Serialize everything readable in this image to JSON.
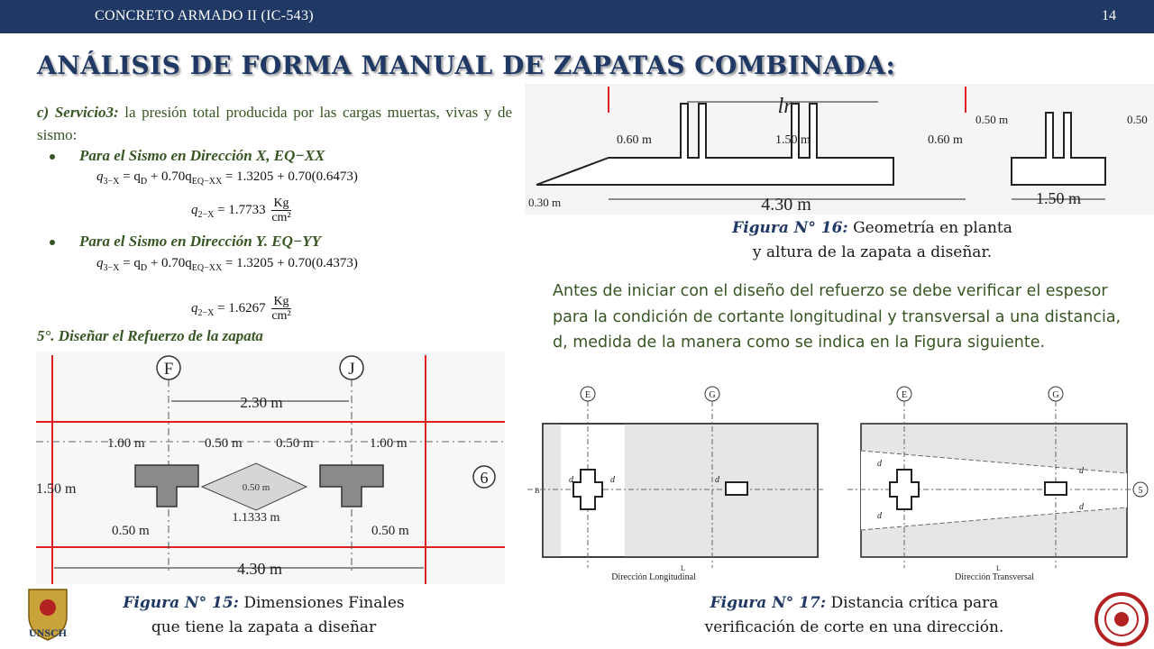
{
  "header": {
    "course": "CONCRETO ARMADO II (IC-543)",
    "page_number": "14"
  },
  "title": "ANÁLISIS DE FORMA MANUAL DE ZAPATAS COMBINADA:",
  "service3": {
    "lead": "c) Servicio3:",
    "text": " la presión total producida por las cargas muertas, vivas y de sismo:"
  },
  "bullets": [
    {
      "label": "Para el Sismo en Dirección X, EQ−XX",
      "eq1": {
        "lhs": "q",
        "lhs_sub": "3−X",
        "mid": " = q",
        "mid_sub": "D",
        "coef": " + 0.70q",
        "coef_sub": "EQ−XX",
        "rhs": " = 1.3205 + 0.70(0.6473)"
      },
      "eq2": {
        "lhs": "q",
        "lhs_sub": "2−X",
        "value": " = 1.7733 ",
        "unit_num": "Kg",
        "unit_den": "cm²"
      }
    },
    {
      "label": "Para el Sismo en Dirección Y. EQ−YY",
      "eq1": {
        "lhs": "q",
        "lhs_sub": "3−X",
        "mid": " = q",
        "mid_sub": "D",
        "coef": " + 0.70q",
        "coef_sub": "EQ−XX",
        "rhs": " = 1.3205 + 0.70(0.4373)"
      },
      "eq2": {
        "lhs": "q",
        "lhs_sub": "2−X",
        "value": " = 1.6267 ",
        "unit_num": "Kg",
        "unit_den": "cm²"
      }
    }
  ],
  "step5": "5°. Diseñar el Refuerzo de la zapata",
  "fig15": {
    "label": "Figura N° 15:",
    "caption_line1": " Dimensiones Finales",
    "caption_line2": "que tiene la zapata a diseñar",
    "axis_f": "F",
    "axis_j": "J",
    "axis_6": "6",
    "dim_230": "2.30 m",
    "dim_100a": "1.00 m",
    "dim_050a": "0.50 m",
    "dim_050b": "0.50 m",
    "dim_100b": "1.00 m",
    "dim_150": "1.50 m",
    "dim_050c": "0.50 m",
    "dim_11333": "1.1333 m",
    "dim_050d": "0.50 m",
    "dim_050e": "0.50 m",
    "dim_430": "4.30 m"
  },
  "fig16": {
    "label": "Figura N° 16:",
    "caption_line1": " Geometría en planta",
    "caption_line2": "y altura de la zapata a diseñar.",
    "ln": "ln",
    "d060a": "0.60 m",
    "d150": "1.50 m",
    "d060b": "0.60 m",
    "d030": "0.30 m",
    "d430": "4.30 m",
    "d050a": "0.50 m",
    "d050b": "0.50",
    "d150b": "1.50 m"
  },
  "paragraph2": "Antes de iniciar con el diseño del refuerzo se debe verificar el espesor para la condición de cortante longitudinal y transversal a una distancia, d, medida de la manera como se indica en la Figura siguiente.",
  "fig17": {
    "label": "Figura N° 17:",
    "caption_line1": " Distancia crítica para",
    "caption_line2": "verificación de corte en una dirección.",
    "axis_e": "E",
    "axis_g": "G",
    "axis_5": "5",
    "b_label": "B",
    "l_label": "L",
    "d_label": "d",
    "left_title": "Dirección Longitudinal",
    "right_title": "Dirección Transversal"
  },
  "logo_left": {
    "text": "UNSCH"
  },
  "colors": {
    "header_bg": "#1f3864",
    "title": "#1f3864",
    "green": "#375623",
    "red_lines": "#e02020"
  }
}
